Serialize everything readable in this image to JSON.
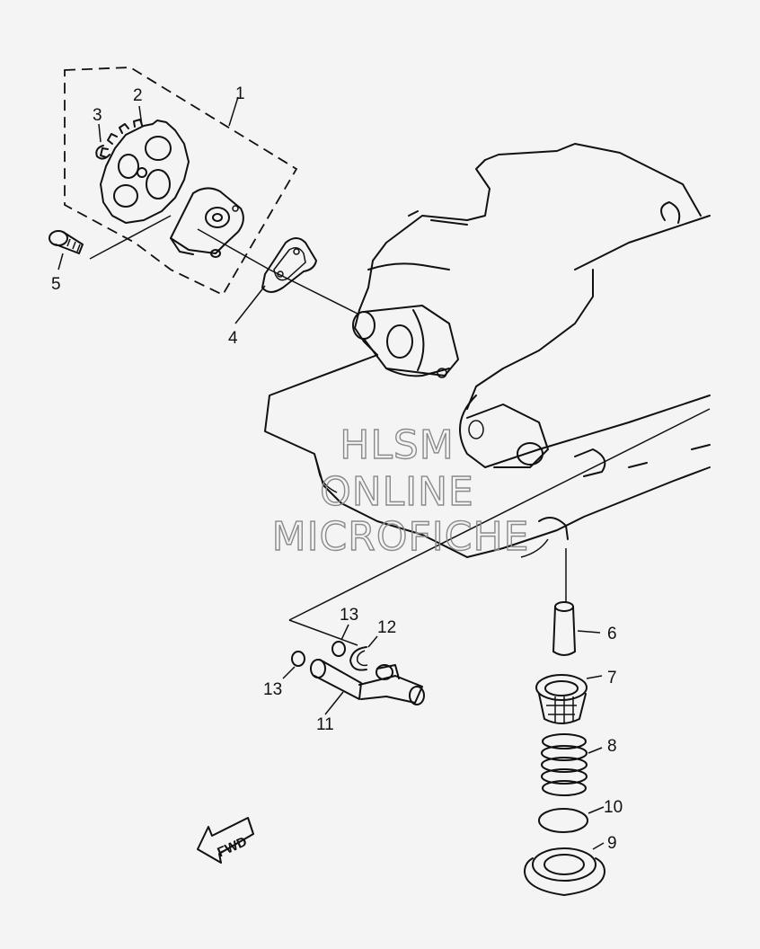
{
  "callouts": {
    "c1": "1",
    "c2": "2",
    "c3": "3",
    "c4": "4",
    "c5": "5",
    "c6": "6",
    "c7": "7",
    "c8": "8",
    "c9": "9",
    "c10": "10",
    "c11": "11",
    "c12": "12",
    "c13a": "13",
    "c13b": "13"
  },
  "watermark": {
    "line1": "HLSM",
    "line2": "ONLINE",
    "line3": "MICROFICHE"
  },
  "direction_marker": "FWD"
}
